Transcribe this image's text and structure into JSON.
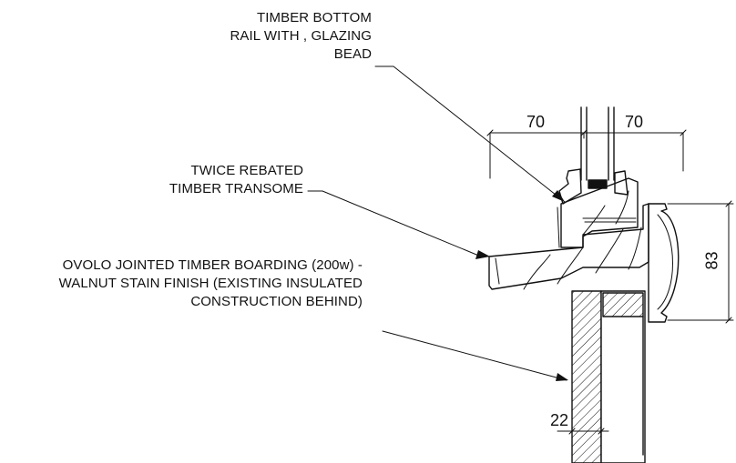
{
  "labels": {
    "bottom_rail": [
      "TIMBER BOTTOM",
      "RAIL WITH , GLAZING",
      "BEAD"
    ],
    "transome": [
      "TWICE REBATED",
      "TIMBER TRANSOME"
    ],
    "boarding": [
      "OVOLO JOINTED TIMBER BOARDING (200w)  -",
      "WALNUT STAIN FINISH (EXISTING INSULATED",
      "CONSTRUCTION BEHIND)"
    ]
  },
  "dimensions": {
    "left_width": "70",
    "right_width": "70",
    "height": "83",
    "board_thickness": "22"
  },
  "colors": {
    "line": "#111111",
    "background": "#ffffff"
  }
}
